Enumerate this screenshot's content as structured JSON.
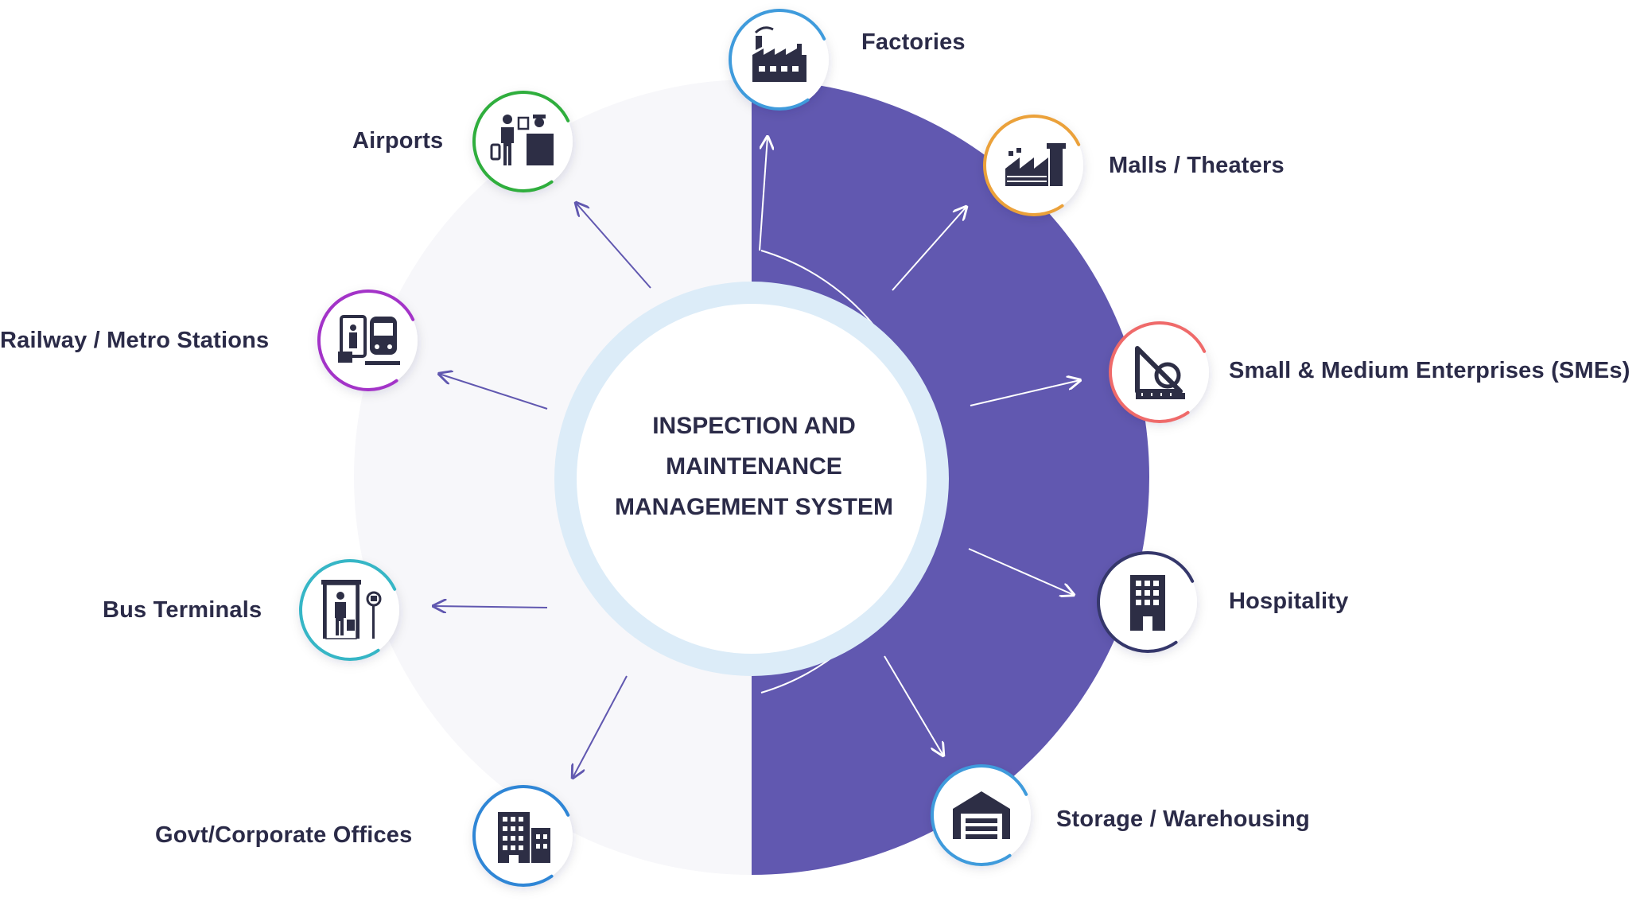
{
  "center": {
    "lines": [
      "INSPECTION AND",
      "MAINTENANCE",
      "MANAGEMENT SYSTEM"
    ]
  },
  "colors": {
    "purple_half": "#6158b0",
    "light_half": "#f7f7fa",
    "hub_ring": "#dcecf8",
    "text": "#2b2b48",
    "icon": "#2d2e45"
  },
  "nodes": [
    {
      "id": "factories",
      "label": "Factories",
      "icon": "factory-icon",
      "ring_color": "#3f9bdc"
    },
    {
      "id": "malls",
      "label": "Malls / Theaters",
      "icon": "mall-icon",
      "ring_color": "#eba13a"
    },
    {
      "id": "smes",
      "label": "Small & Medium Enterprises (SMEs)",
      "icon": "tools-icon",
      "ring_color": "#ef6a6a"
    },
    {
      "id": "hospitality",
      "label": "Hospitality",
      "icon": "hotel-building-icon",
      "ring_color": "#35376b"
    },
    {
      "id": "storage",
      "label": "Storage / Warehousing",
      "icon": "warehouse-icon",
      "ring_color": "#3f9bdc"
    },
    {
      "id": "airports",
      "label": "Airports",
      "icon": "airport-checkin-icon",
      "ring_color": "#2fae3d"
    },
    {
      "id": "railway",
      "label": "Railway / Metro Stations",
      "icon": "train-icon",
      "ring_color": "#a333c8"
    },
    {
      "id": "bus",
      "label": "Bus Terminals",
      "icon": "bus-stop-icon",
      "ring_color": "#36b6c6"
    },
    {
      "id": "govt",
      "label": "Govt/Corporate Offices",
      "icon": "office-building-icon",
      "ring_color": "#2f86d6"
    }
  ]
}
